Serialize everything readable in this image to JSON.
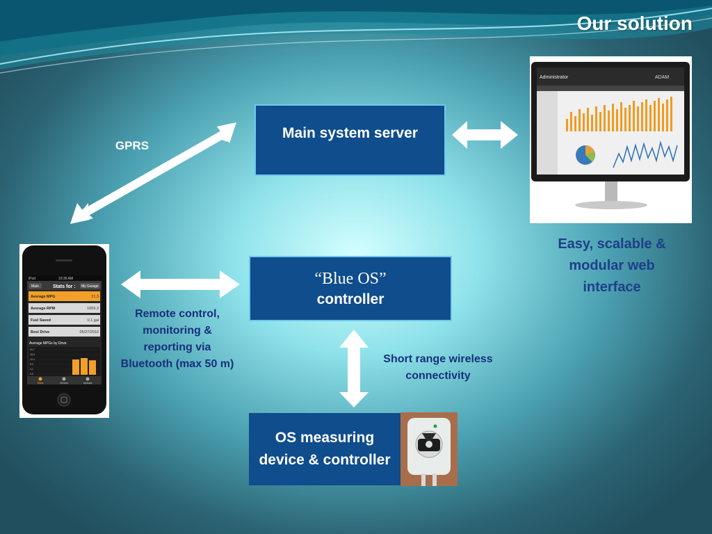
{
  "slide": {
    "title": "Our solution"
  },
  "nodes": {
    "server": "Main system server",
    "blue_os_name": "“Blue OS”",
    "blue_os_role": "controller",
    "device_line1": "OS measuring",
    "device_line2": "device & controller"
  },
  "labels": {
    "gprs": "GPRS",
    "remote_l1": "Remote control,",
    "remote_l2": "monitoring &",
    "remote_l3": "reporting via",
    "remote_l4": "Bluetooth  (max 50 m)",
    "short_l1": "Short range wireless",
    "short_l2": "connectivity",
    "web_l1": "Easy, scalable &",
    "web_l2": "modular web",
    "web_l3": "interface"
  },
  "phone_screen": {
    "status_left": "iPod",
    "status_time": "10:35 AM",
    "nav_left": "Main",
    "nav_title": "Stats for :",
    "nav_right": "My Garage",
    "rows": [
      {
        "label": "Average MPG",
        "value": "21.3"
      },
      {
        "label": "Average RPM",
        "value": "1659.3"
      },
      {
        "label": "Fuel Saved",
        "value": "0.1 gal"
      },
      {
        "label": "Best Drive",
        "value": "05/27/2010"
      }
    ],
    "chart_title": "Average MPGs by Drive",
    "axis_values": [
      "20.7",
      "16.6",
      "12.4",
      "8.3",
      "4.1",
      "0.0"
    ],
    "bar_levels": [
      0.55,
      0.6,
      0.52
    ],
    "tabs": [
      "Stats",
      "Drives",
      "Upload"
    ]
  },
  "monitor_screen": {
    "brand": "ADAM",
    "app_title": "Administrator"
  },
  "colors": {
    "box_fill": "#0f4d8c",
    "box_border": "#6fc8ee",
    "label_text": "#17307a",
    "arrow": "#ffffff"
  }
}
